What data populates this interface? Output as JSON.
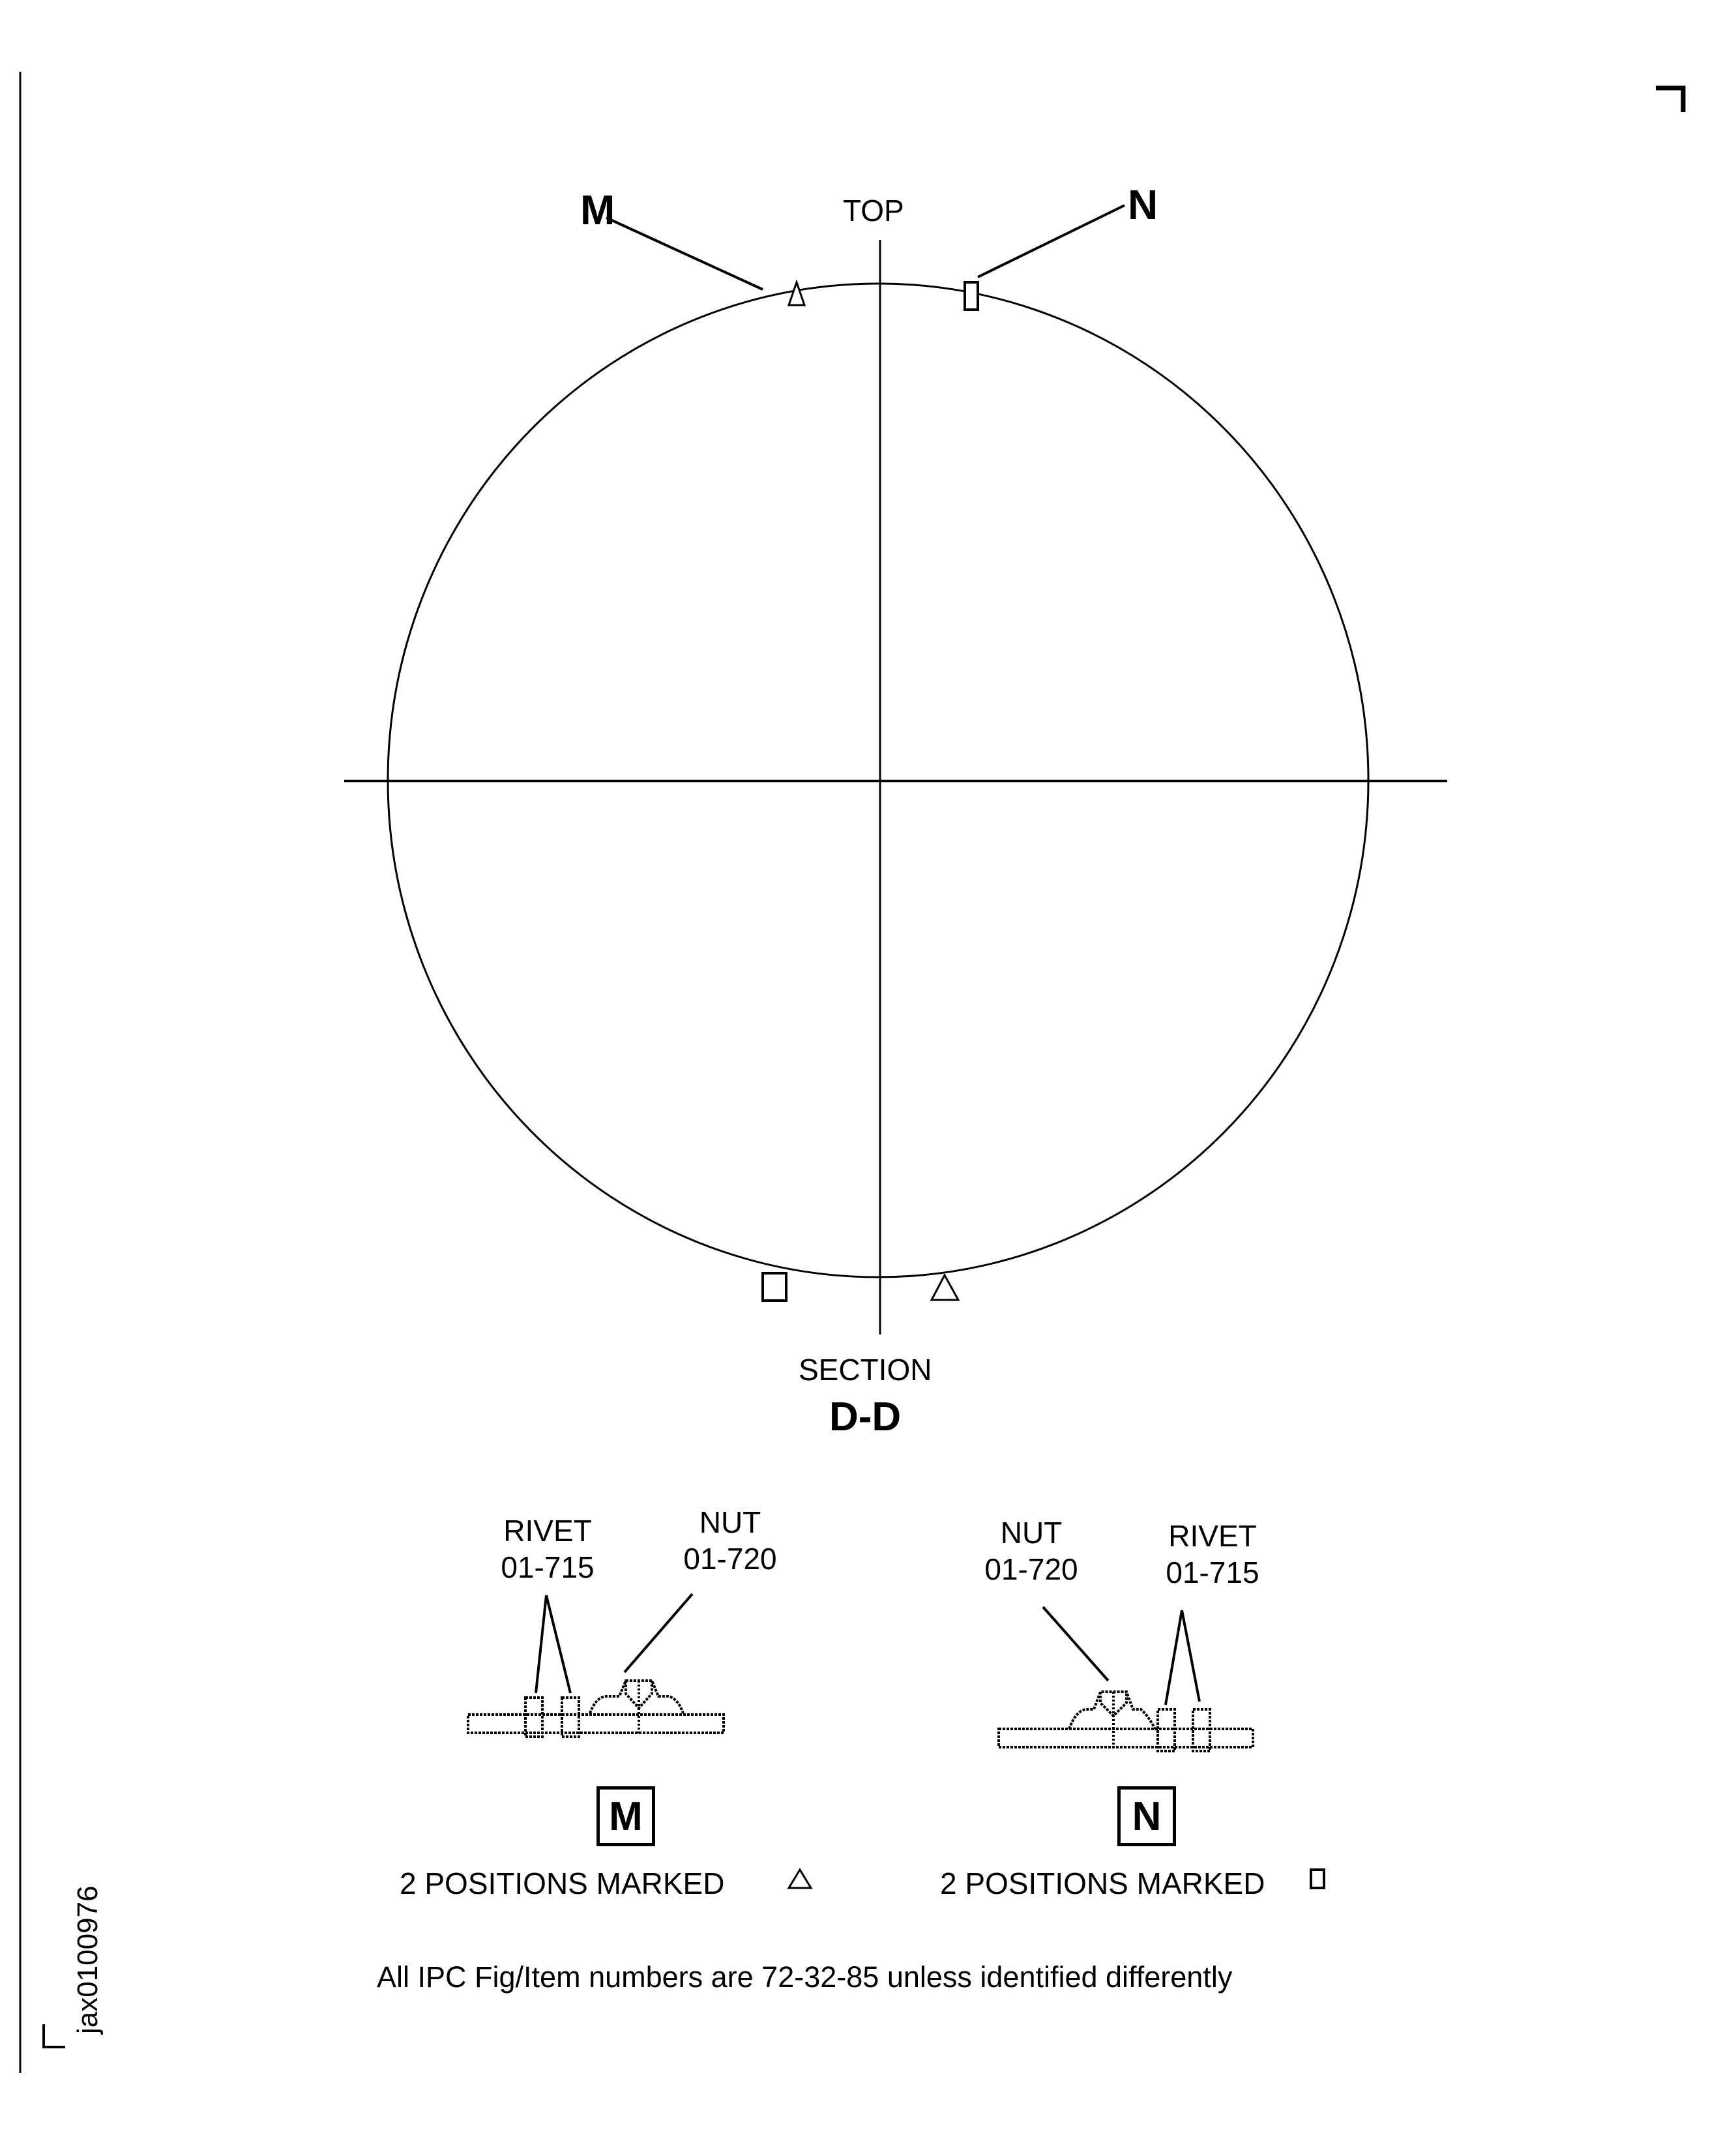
{
  "diagram": {
    "section_view": {
      "top_label": "TOP",
      "section_label": "SECTION",
      "section_id": "D-D",
      "callouts": [
        {
          "id": "M",
          "marker": "triangle"
        },
        {
          "id": "N",
          "marker": "square"
        }
      ]
    },
    "details": [
      {
        "id": "M",
        "rivet_label": "RIVET",
        "rivet_number": "01-715",
        "nut_label": "NUT",
        "nut_number": "01-720",
        "positions_text": "2 POSITIONS MARKED",
        "marker": "triangle"
      },
      {
        "id": "N",
        "nut_label": "NUT",
        "nut_number": "01-720",
        "rivet_label": "RIVET",
        "rivet_number": "01-715",
        "positions_text": "2 POSITIONS MARKED",
        "marker": "square"
      }
    ],
    "footnote": "All IPC Fig/Item numbers are 72-32-85 unless identified differently",
    "figure_id": "jax0100976"
  },
  "colors": {
    "ink": "#000000",
    "background": "#ffffff"
  }
}
